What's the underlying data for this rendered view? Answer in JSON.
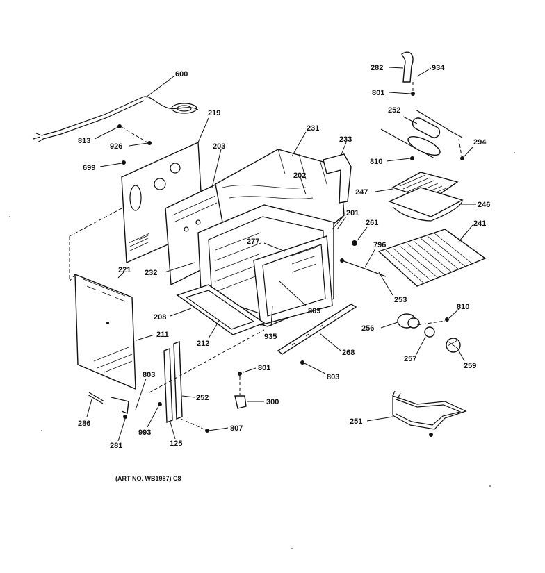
{
  "caption": "(ART NO. WB1987) C8",
  "labels": {
    "l600": "600",
    "l219": "219",
    "l813": "813",
    "l926": "926",
    "l699": "699",
    "l203": "203",
    "l231": "231",
    "l233": "233",
    "l202": "202",
    "l201": "201",
    "l261": "261",
    "l277": "277",
    "l796": "796",
    "l232": "232",
    "l221": "221",
    "l208": "208",
    "l211": "211",
    "l212": "212",
    "l809": "809",
    "l935": "935",
    "l268": "268",
    "l253": "253",
    "l282": "282",
    "l934": "934",
    "l801a": "801",
    "l252a": "252",
    "l294": "294",
    "l810a": "810",
    "l247": "247",
    "l246": "246",
    "l241": "241",
    "l810b": "810",
    "l256": "256",
    "l257": "257",
    "l259": "259",
    "l803a": "803",
    "l801b": "801",
    "l803b": "803",
    "l300": "300",
    "l252b": "252",
    "l286": "286",
    "l281": "281",
    "l993": "993",
    "l125": "125",
    "l807": "807",
    "l251": "251"
  }
}
